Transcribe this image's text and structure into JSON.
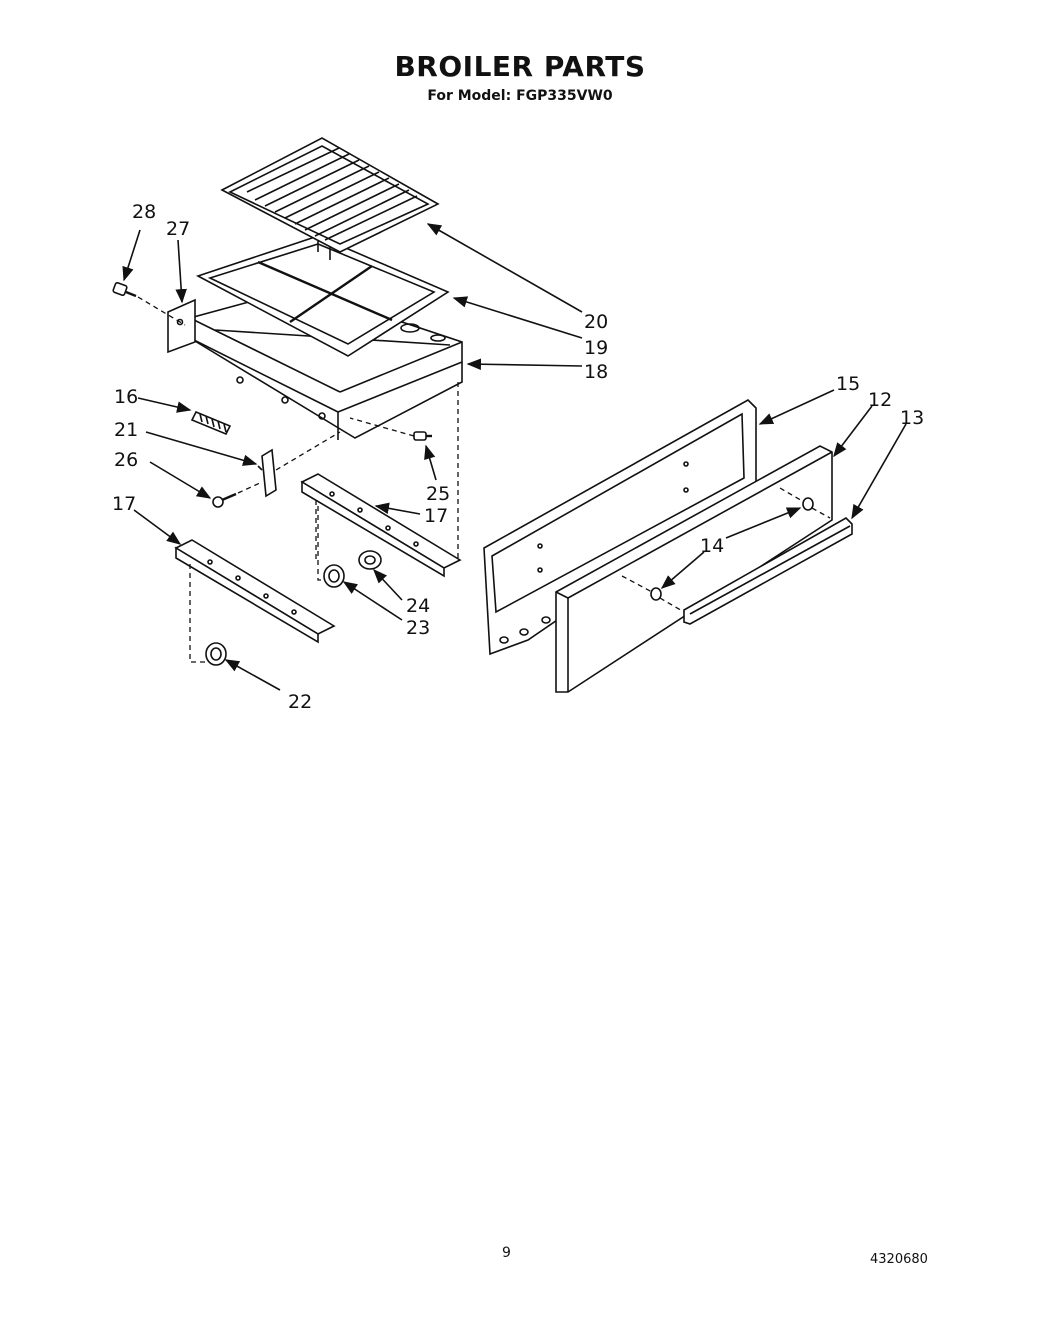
{
  "header": {
    "title": "BROILER PARTS",
    "subtitle": "For Model: FGP335VW0"
  },
  "footer": {
    "page_number": "9",
    "document_number": "4320680"
  },
  "callouts": {
    "c28": "28",
    "c27": "27",
    "c20": "20",
    "c19": "19",
    "c18": "18",
    "c16": "16",
    "c21": "21",
    "c26": "26",
    "c25": "25",
    "c17a": "17",
    "c17b": "17",
    "c15": "15",
    "c12": "12",
    "c13": "13",
    "c14": "14",
    "c24": "24",
    "c23": "23",
    "c22": "22"
  }
}
